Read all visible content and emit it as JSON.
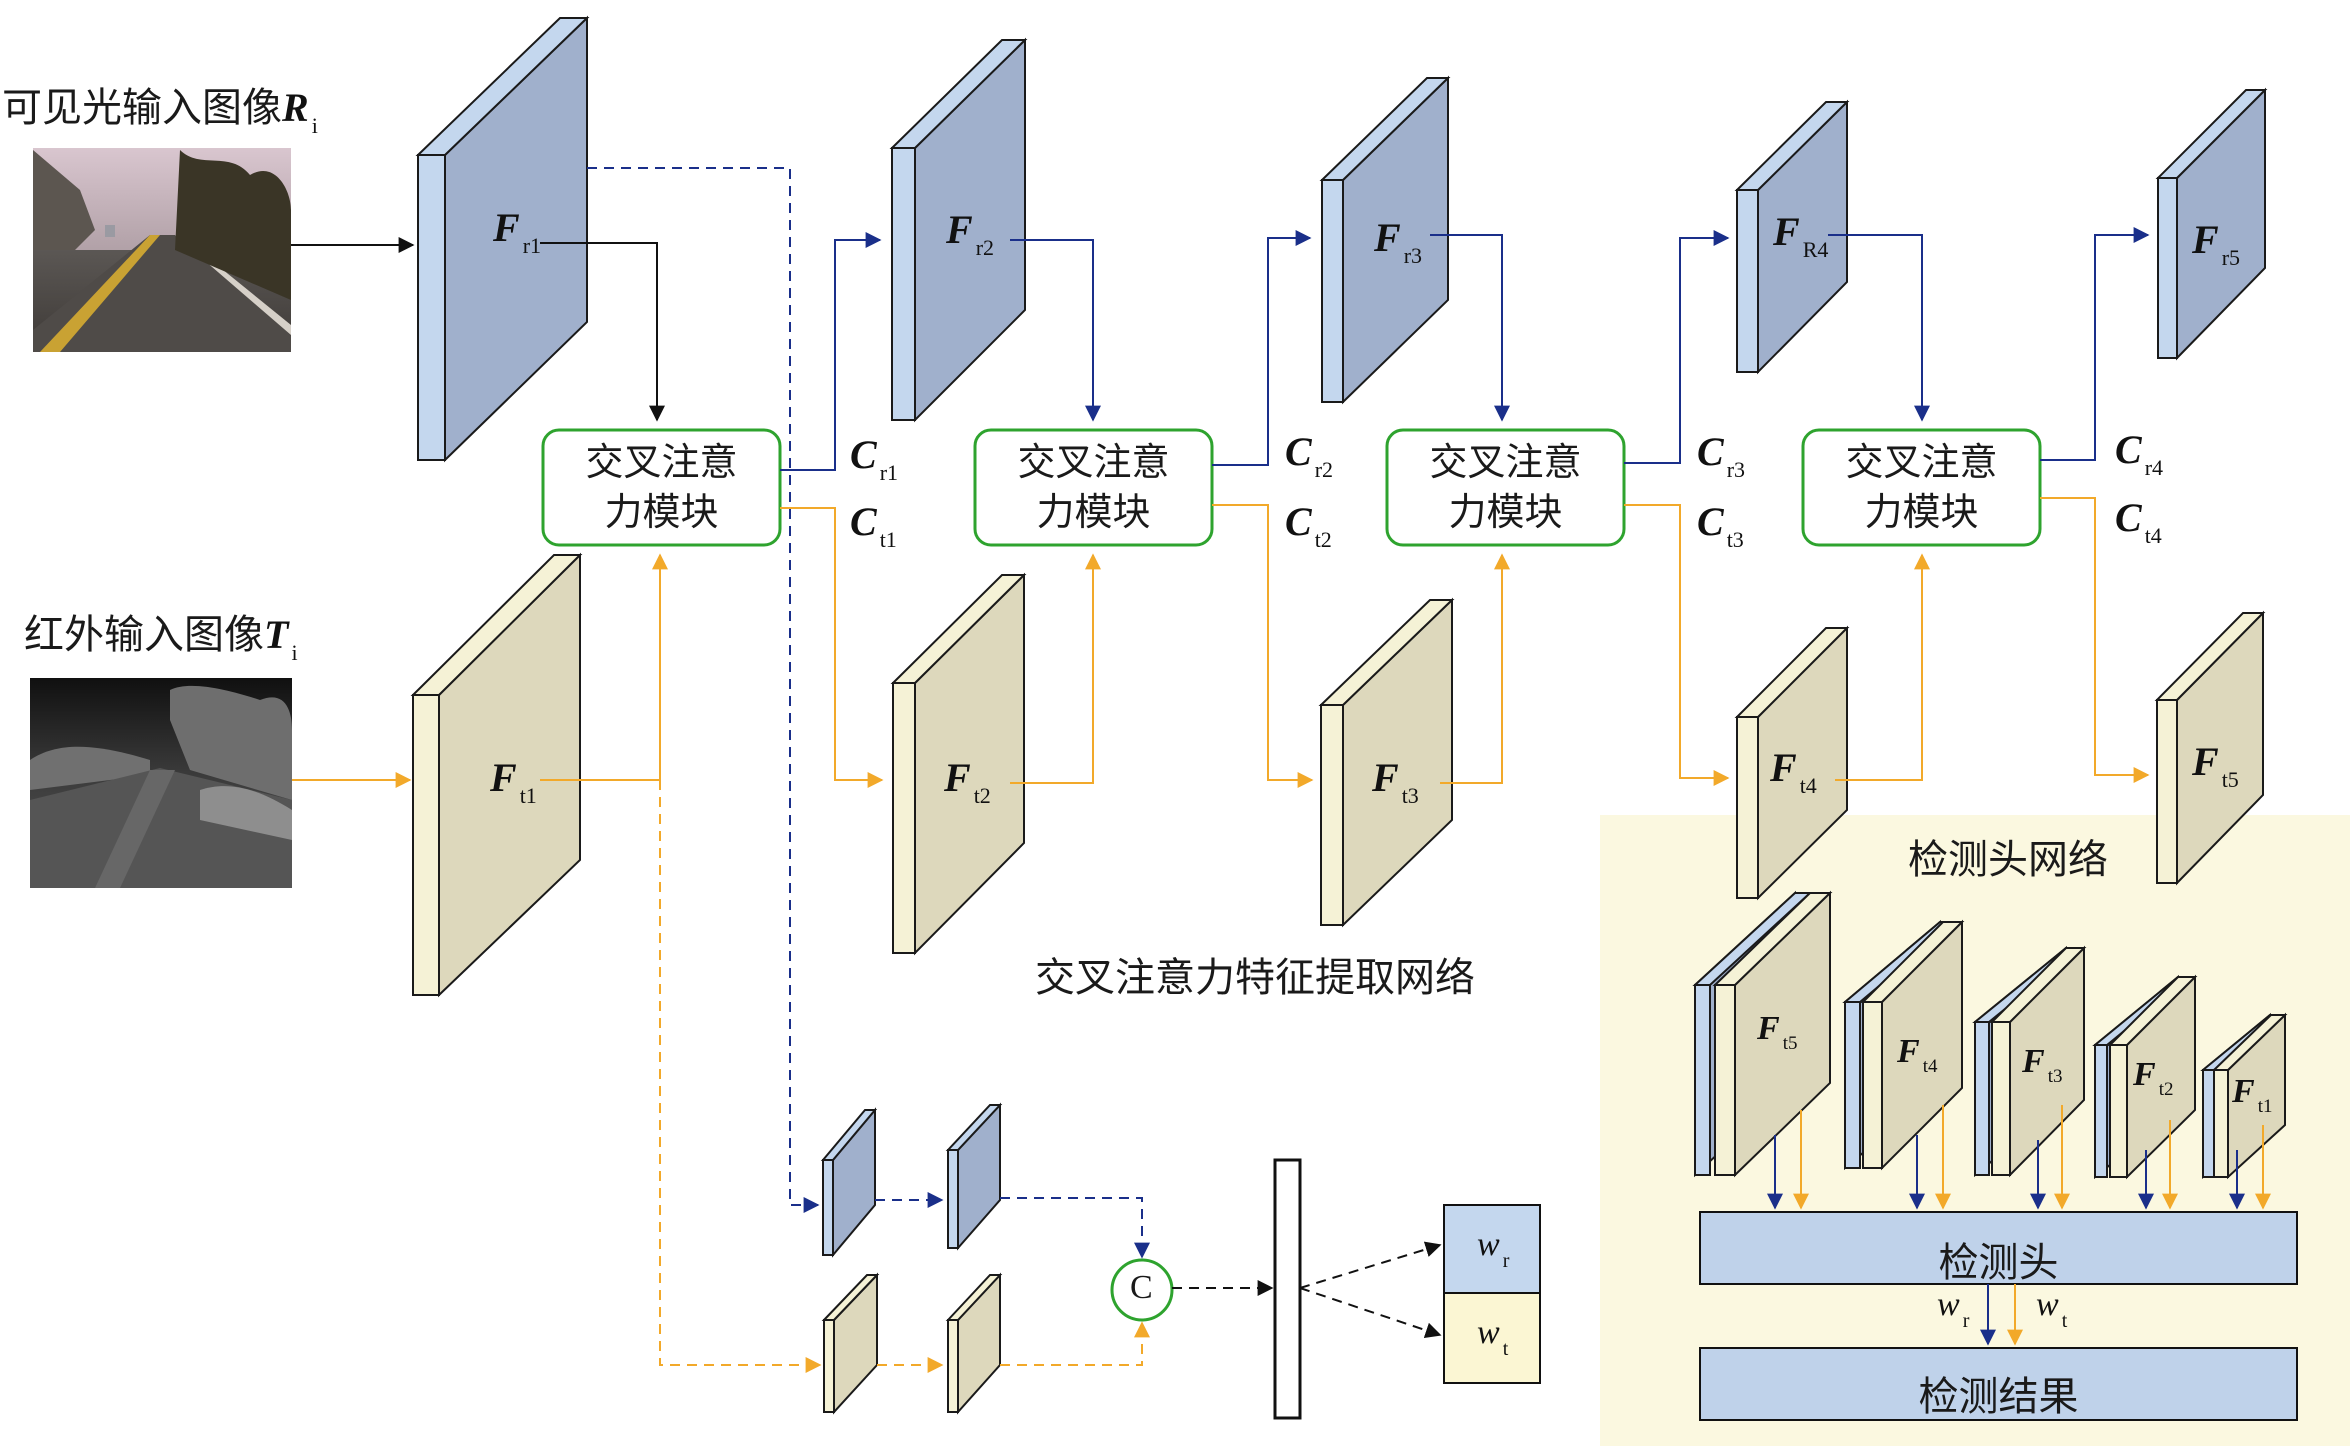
{
  "inputs": {
    "visible_label": "可见光输入图像",
    "visible_symbol": "R",
    "visible_sub": "i",
    "infrared_label": "红外输入图像",
    "infrared_symbol": "T",
    "infrared_sub": "i"
  },
  "feature_symbol": "F",
  "features_rgb": [
    {
      "sub": "r1"
    },
    {
      "sub": "r2"
    },
    {
      "sub": "r3"
    },
    {
      "sub": "R4"
    },
    {
      "sub": "r5"
    }
  ],
  "features_thermal": [
    {
      "sub": "t1"
    },
    {
      "sub": "t2"
    },
    {
      "sub": "t3"
    },
    {
      "sub": "t4"
    },
    {
      "sub": "t5"
    }
  ],
  "attention_module": {
    "line1": "交叉注意",
    "line2": "力模块"
  },
  "cross_symbol": "C",
  "cross_outputs": [
    {
      "r": "r1",
      "t": "t1"
    },
    {
      "r": "r2",
      "t": "t2"
    },
    {
      "r": "r3",
      "t": "t3"
    },
    {
      "r": "r4",
      "t": "t4"
    }
  ],
  "extraction_network_title": "交叉注意力特征提取网络",
  "detection": {
    "title": "检测头网络",
    "stack_features": [
      "t5",
      "t4",
      "t3",
      "t2",
      "t1"
    ],
    "head_label": "检测头",
    "result_label": "检测结果",
    "weight_symbol": "w",
    "weight_r": "r",
    "weight_t": "t"
  },
  "concat_symbol": "C",
  "weights": {
    "symbol": "w",
    "r": "r",
    "t": "t"
  },
  "colors": {
    "rgb_front": "#a0b0cc",
    "rgb_side": "#c4d7ee",
    "thermal_front": "#ddd8bc",
    "thermal_side": "#f5f2d6",
    "blue_line": "#1a2f8a",
    "orange_line": "#f2a92a",
    "module_border": "#2ea32e",
    "detection_bg": "#fbf8e0",
    "head_fill": "#bfd2ea"
  }
}
